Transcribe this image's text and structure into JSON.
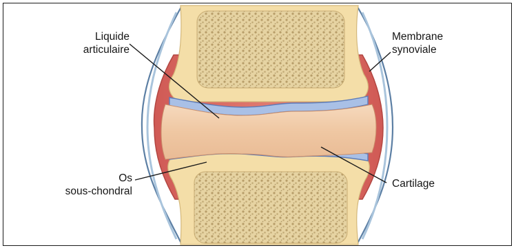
{
  "labels": {
    "liquide": "Liquide\narticulaire",
    "membrane": "Membrane\nsynoviale",
    "os": "Os\nsous-chondral",
    "cartilage": "Cartilage"
  },
  "colors": {
    "bone_outer": "#f4dea8",
    "bone_pattern": "#b39860",
    "capsule": "#d85e58",
    "membrane": "#8fb3d4",
    "cartilage": "#9eb8e0",
    "fluid": "#efc9a4"
  }
}
